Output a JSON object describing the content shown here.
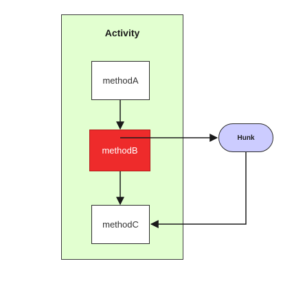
{
  "diagram": {
    "container": {
      "title": "Activity"
    },
    "nodes": [
      {
        "id": "methodA",
        "label": "methodA"
      },
      {
        "id": "methodB",
        "label": "methodB",
        "highlighted": true,
        "fill": "#ee2b2b"
      },
      {
        "id": "methodC",
        "label": "methodC"
      },
      {
        "id": "hunk",
        "label": "Hunk",
        "fill": "#ccccff"
      }
    ],
    "edges": [
      {
        "from": "methodA",
        "to": "methodB"
      },
      {
        "from": "methodB",
        "to": "methodC"
      },
      {
        "from": "methodB",
        "to": "hunk"
      },
      {
        "from": "hunk",
        "to": "methodC"
      }
    ],
    "colors": {
      "container_fill": "#e2ffd0",
      "stroke": "#2a2a2a"
    }
  }
}
